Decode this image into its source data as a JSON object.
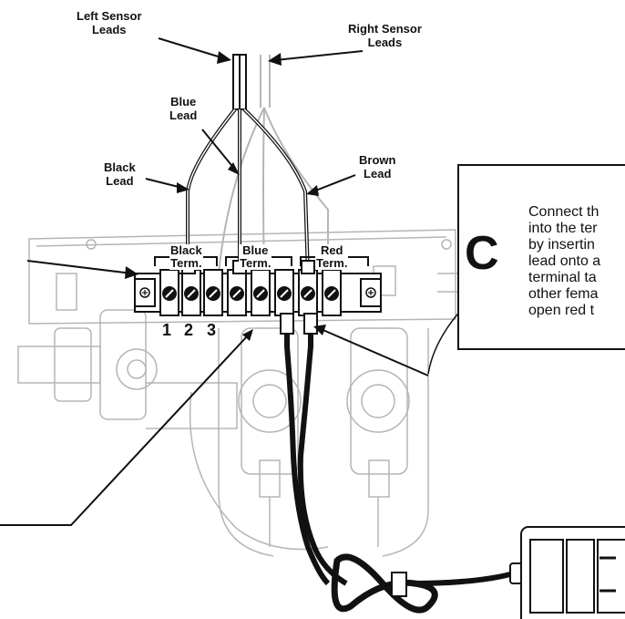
{
  "labels": {
    "left_sensor": "Left Sensor\nLeads",
    "right_sensor": "Right Sensor\nLeads",
    "blue_lead": "Blue\nLead",
    "black_lead": "Black\nLead",
    "brown_lead": "Brown\nLead",
    "black_term": "Black\nTerm.",
    "blue_term": "Blue\nTerm.",
    "red_term": "Red\nTerm."
  },
  "terminal_numbers": [
    "1",
    "2",
    "3"
  ],
  "callout": {
    "letter": "C",
    "lines": [
      "Connect th",
      "into the ter",
      "by insertin",
      "lead onto a",
      "terminal ta",
      "other fema",
      "open red t"
    ]
  },
  "colors": {
    "line": "#111111",
    "bg": "#ffffff",
    "ghost": "#b5b5b5"
  }
}
